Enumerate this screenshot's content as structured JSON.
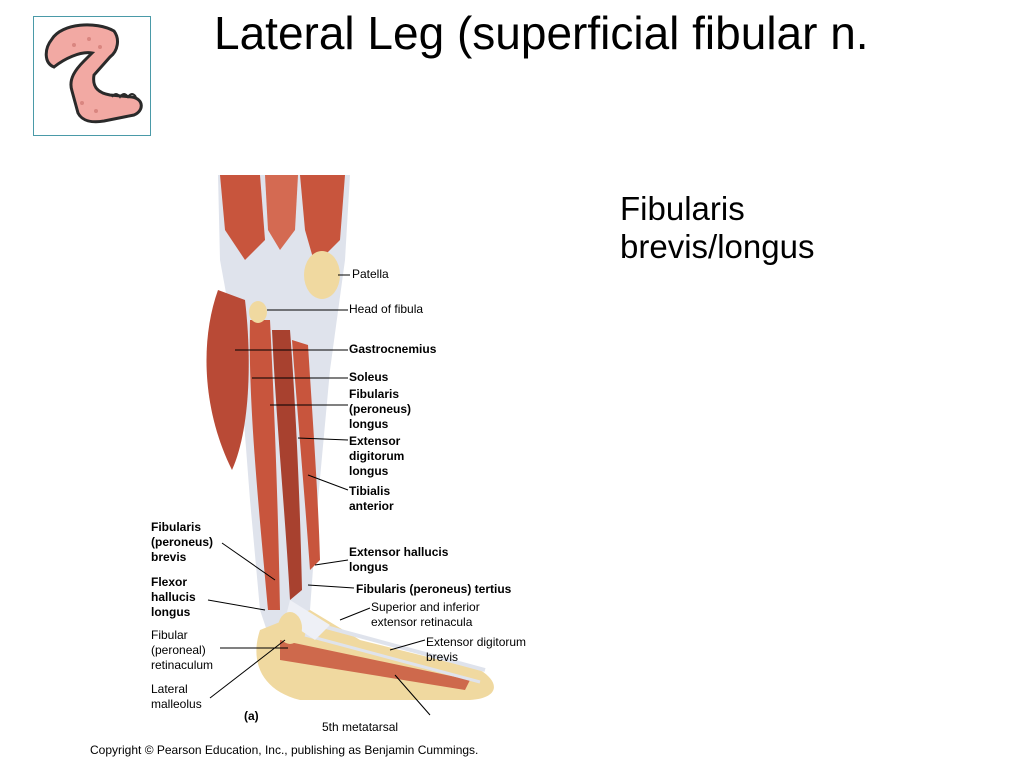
{
  "slide": {
    "title": "Lateral Leg (superficial fibular n.",
    "note_lines": [
      "Fibularis",
      "brevis/longus"
    ],
    "copyright": "Copyright © Pearson Education, Inc., publishing as Benjamin Cummings."
  },
  "figure": {
    "labels_right": [
      "Patella",
      "Head of fibula",
      "Gastrocnemius",
      "Soleus",
      "Fibularis",
      "(peroneus)",
      "longus",
      "Extensor",
      "digitorum",
      "longus",
      "Tibialis",
      "anterior",
      "Extensor hallucis",
      "longus",
      "Fibularis (peroneus) tertius",
      "Superior and inferior",
      "extensor retinacula",
      "Extensor digitorum",
      "brevis",
      "5th metatarsal"
    ],
    "labels_left": [
      "Fibularis",
      "(peroneus)",
      "brevis",
      "Flexor",
      "hallucis",
      "longus",
      "Fibular",
      "(peroneal)",
      "retinaculum",
      "Lateral",
      "malleolus",
      "(a)"
    ]
  },
  "colors": {
    "muscle": "#c8553d",
    "muscle_dark": "#9e3a2a",
    "tendon": "#dfe3ec",
    "bone": "#f0d9a0",
    "thumb_fill": "#f2a9a3",
    "thumb_border": "#4a9aa8"
  }
}
